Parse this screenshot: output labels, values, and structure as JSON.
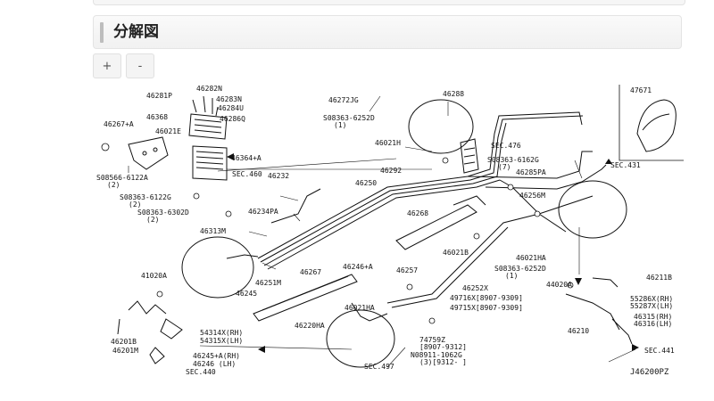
{
  "section": {
    "title": "分解図"
  },
  "zoom": {
    "in_label": "+",
    "out_label": "-"
  },
  "diagram": {
    "figure_code": "J46200PZ",
    "labels": {
      "p46281p": "46281P",
      "p46282n": "46282N",
      "p46283n": "46283N",
      "p46284u": "46284U",
      "p46286q": "46286Q",
      "p46368": "46368",
      "p46267a": "46267+A",
      "p46021e": "46021E",
      "p46364a": "46364+A",
      "p08566": "S08566-6122A",
      "p08566q": "(2)",
      "sec460": "SEC.460",
      "p46232": "46232",
      "p08363_6122g": "S08363-6122G",
      "p08363_6122g_q": "(2)",
      "p08363_6302d": "S08363-6302D",
      "p08363_6302d_q": "(2)",
      "p46234pa": "46234PA",
      "p46313m": "46313M",
      "p46250": "46250",
      "p46251m": "46251M",
      "p46245": "46245",
      "p41020a": "41020A",
      "p46201b": "46201B",
      "p46201m": "46201M",
      "p54314": "54314X(RH)",
      "p54315": "54315X(LH)",
      "p46245a": "46245+A(RH)",
      "p46246lh": "46246  (LH)",
      "sec440": "SEC.440",
      "p46272jg": "46272JG",
      "p08363_6252d_top": "S08363-6252D",
      "p08363_6252d_top_q": "(1)",
      "p46288": "46288",
      "p46021h": "46021H",
      "sec476": "SEC.476",
      "p46292": "46292",
      "p08363_6162g": "S08363-6162G",
      "p08363_6162g_q": "(7)",
      "p46285pa": "46285PA",
      "sec431": "SEC.431",
      "p47671": "47671",
      "p46256m": "46256M",
      "p46268": "46268",
      "p46021b": "46021B",
      "p46021ha_r": "46021HA",
      "p08363_6252d_r": "S08363-6252D",
      "p08363_6252d_r_q": "(1)",
      "p46211b": "46211B",
      "p44020a": "44020A",
      "p55286": "55286X(RH)",
      "p55287": "55287X(LH)",
      "p46315": "46315(RH)",
      "p46316": "46316(LH)",
      "p46210": "46210",
      "sec441": "SEC.441",
      "p46246a": "46246+A",
      "p46267": "46267",
      "p46257": "46257",
      "p46252x": "46252X",
      "p49716": "49716X[8907-9309]",
      "p49715": "49715X[8907-9309]",
      "p46021ha_b": "46021HA",
      "p46220ha": "46220HA",
      "p74759z": "74759Z",
      "p74759z_d": "[8907-9312]",
      "p08911": "N08911-1062G",
      "p08911_q": "(3)[9312-      ]",
      "sec497": "SEC.497"
    }
  }
}
